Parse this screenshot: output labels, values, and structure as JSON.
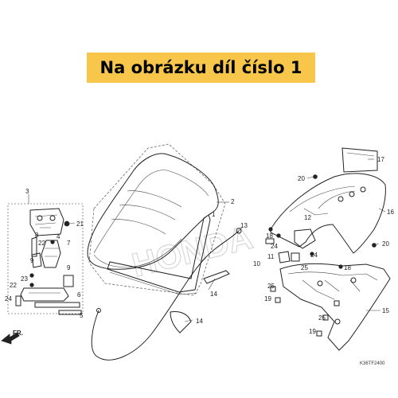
{
  "banner": {
    "text": "Na obrázku díl číslo 1"
  },
  "watermark": {
    "text": "HONDA"
  },
  "diagram_code": "K36TF2400",
  "direction_label": "FR.",
  "callouts": [
    "1",
    "2",
    "3",
    "4",
    "5",
    "6",
    "7",
    "8",
    "9",
    "9",
    "10",
    "11",
    "12",
    "13",
    "14",
    "14",
    "15",
    "16",
    "17",
    "18",
    "18",
    "19",
    "19",
    "20",
    "20",
    "21",
    "22",
    "22",
    "23",
    "24",
    "24",
    "24",
    "25",
    "25",
    "25"
  ],
  "colors": {
    "banner_bg": "#f7c64a",
    "line": "#222222"
  }
}
